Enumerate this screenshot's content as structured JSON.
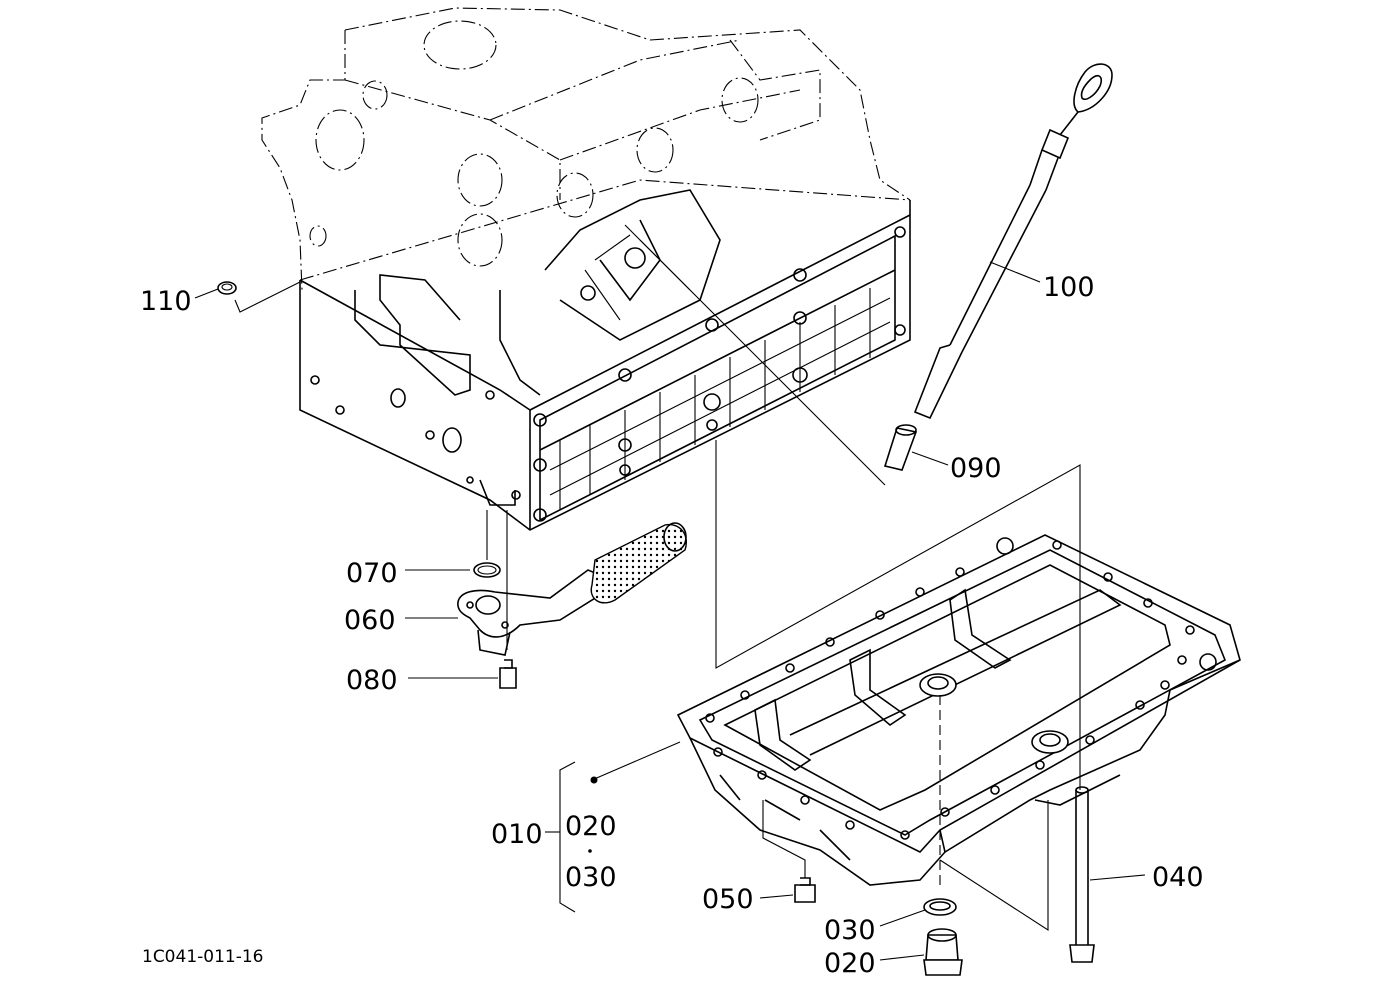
{
  "labels": {
    "p110": "110",
    "p100": "100",
    "p090": "090",
    "p070": "070",
    "p060": "060",
    "p080": "080",
    "p010": "010",
    "p020a": "020",
    "p030a": "030",
    "p050": "050",
    "p030b": "030",
    "p020b": "020",
    "p040": "040"
  },
  "drawing_code": "1C041-011-16"
}
